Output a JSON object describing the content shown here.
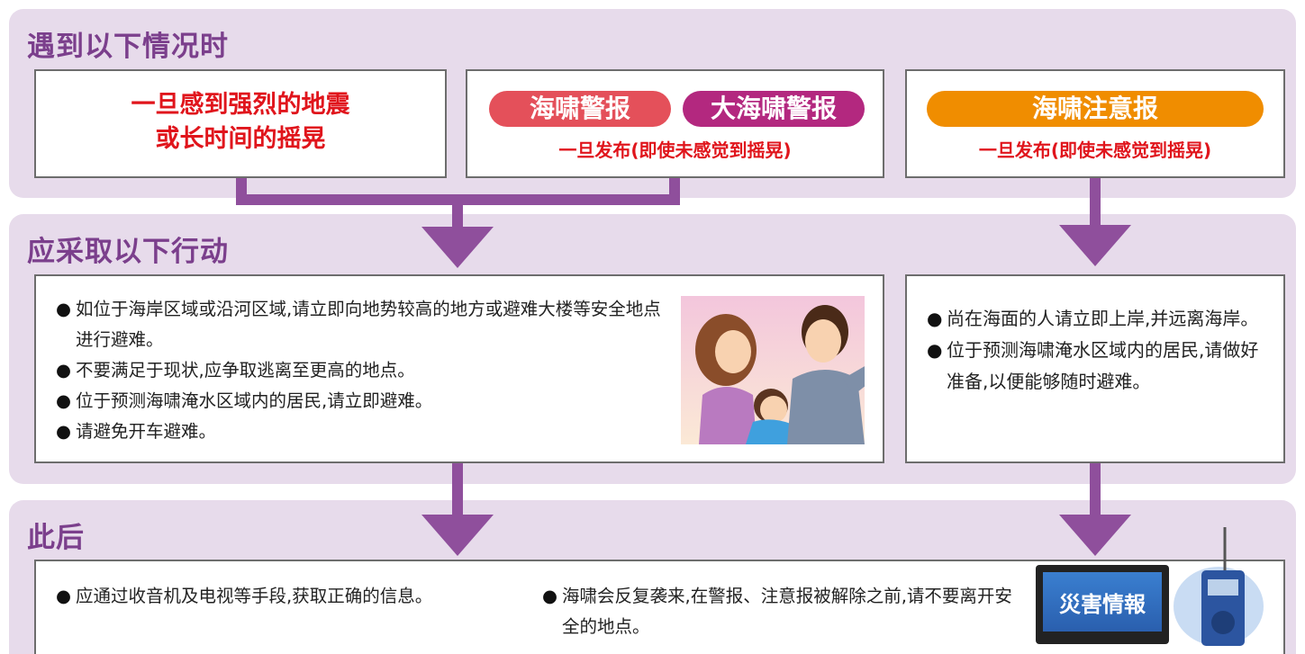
{
  "sections": {
    "when": "遇到以下情况时",
    "action": "应采取以下行动",
    "after": "此后"
  },
  "conditions": {
    "quake_line1": "一旦感到强烈的地震",
    "quake_line2": "或长时间的摇晃",
    "warning_label": "海啸警报",
    "major_warning_label": "大海啸警报",
    "warning_sub": "一旦发布(即使未感觉到摇晃)",
    "advisory_label": "海啸注意报",
    "advisory_sub": "一旦发布(即使未感觉到摇晃)"
  },
  "actions_left": [
    "如位于海岸区域或沿河区域,请立即向地势较高的地方或避难大楼等安全地点进行避难。",
    "不要满足于现状,应争取逃离至更高的地点。",
    "位于预测海啸淹水区域内的居民,请立即避难。",
    "请避免开车避难。"
  ],
  "actions_right": [
    "尚在海面的人请立即上岸,并远离海岸。",
    "位于预测海啸淹水区域内的居民,请做好准备,以便能够随时避难。"
  ],
  "after_items": [
    "应通过收音机及电视等手段,获取正确的信息。",
    "海啸会反复袭来,在警报、注意报被解除之前,请不要离开安全的地点。"
  ],
  "tv_label": "災害情報",
  "colors": {
    "band": "#e7dbeb",
    "arrow": "#8f4f9c",
    "title": "#7b3f8c",
    "red": "#e0151c",
    "pill_warning": "#e4505a",
    "pill_major": "#b3287f",
    "pill_advisory": "#f08d00"
  }
}
